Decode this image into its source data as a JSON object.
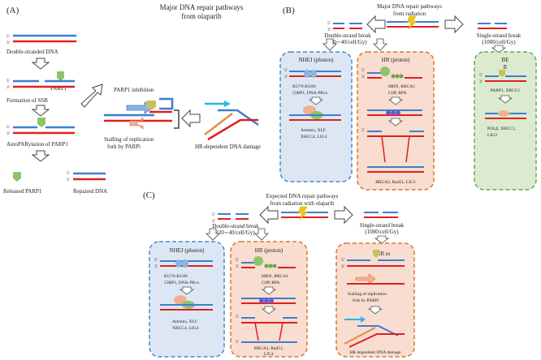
{
  "panels": {
    "a": {
      "label": "(A)",
      "title_lines": [
        "Major DNA repair pathways",
        "from olaparib"
      ],
      "double_stranded": "Double-stranded DNA",
      "parp1": "PARP1",
      "formation_ssb": "Formation of SSB",
      "parp1_inhibition": "PARP1 inhibition",
      "autoparylation": "AutoPARylation of PARP1",
      "stalling_lines": [
        "Stalling of replication",
        "fork by PARPi"
      ],
      "hr_damage": "HR-dependent DNA damage",
      "released_parp1": "Released PARP1",
      "repaired_dna": "Repaired DNA"
    },
    "b": {
      "label": "(B)",
      "title_lines": [
        "Major DNA repair pathways",
        "from radiation"
      ],
      "dsb_lines": [
        "Double-strand break",
        "(20∼40/cell/Gy)"
      ],
      "ssb_lines": [
        "Single-strand break",
        "(1000/cell/Gy)"
      ],
      "nhej_title": "NHEJ (photon)",
      "nhej_factors": [
        "KU70-KU80",
        "53BP1, DNA-PKcs"
      ],
      "nhej_end": [
        "Artemis, XLF",
        "XRCC4, LIG4"
      ],
      "hr_title": "HR (proton)",
      "hr_factors": [
        "MRN, BRCA1",
        "CtIP, RPA"
      ],
      "hr_end": "BRCA2, Rad51, LIG1",
      "ber_title_lines": [
        "BE",
        "R"
      ],
      "ber_factors": "PARP1, XRCC1",
      "ber_end": [
        "POLβ, XRCC1,",
        "LIG3"
      ]
    },
    "c": {
      "label": "(C)",
      "title_lines": [
        "Expected DNA repair pathways",
        "from radiation with olaparib"
      ],
      "dsb_lines": [
        "Double-strand break",
        "(20∼40/cell/Gy)"
      ],
      "ssb_lines": [
        "Single-strand break",
        "(1000/cell/Gy)"
      ],
      "nhej_title": "NHEJ (photon)",
      "nhej_factors": [
        "KU70-KU80",
        "53BP1, DNA-PKcs"
      ],
      "nhej_end": [
        "Artemis, XLF",
        "XRCC4, LIG4"
      ],
      "hr_title": "HR (proton)",
      "hr_factors": [
        "MRN, BRCA1",
        "CtIP, RPA"
      ],
      "hr_end_lines": [
        "BRCA2, Rad51,",
        "LIG1"
      ],
      "ber_title": "BER to",
      "stalling_lines": [
        "Stalling of replication",
        "fork by PARPi"
      ],
      "hr_damage": "HR dependent DNA damage"
    }
  },
  "strand_labels": {
    "five": "5'",
    "three": "3'"
  },
  "colors": {
    "strand_blue": "#3d7fd1",
    "strand_red": "#e02020",
    "nhej_fill": "#dde7f4",
    "nhej_border": "#4a86cc",
    "hr_fill": "#f8ddd0",
    "hr_border": "#d9782e",
    "ber_fill": "#dcebd0",
    "ber_border": "#6aa84f",
    "parp_green": "#8cc46a",
    "cyan_arrow": "#29b6e8",
    "orange_strand": "#e88a3a",
    "bolt": "#f5c518"
  }
}
